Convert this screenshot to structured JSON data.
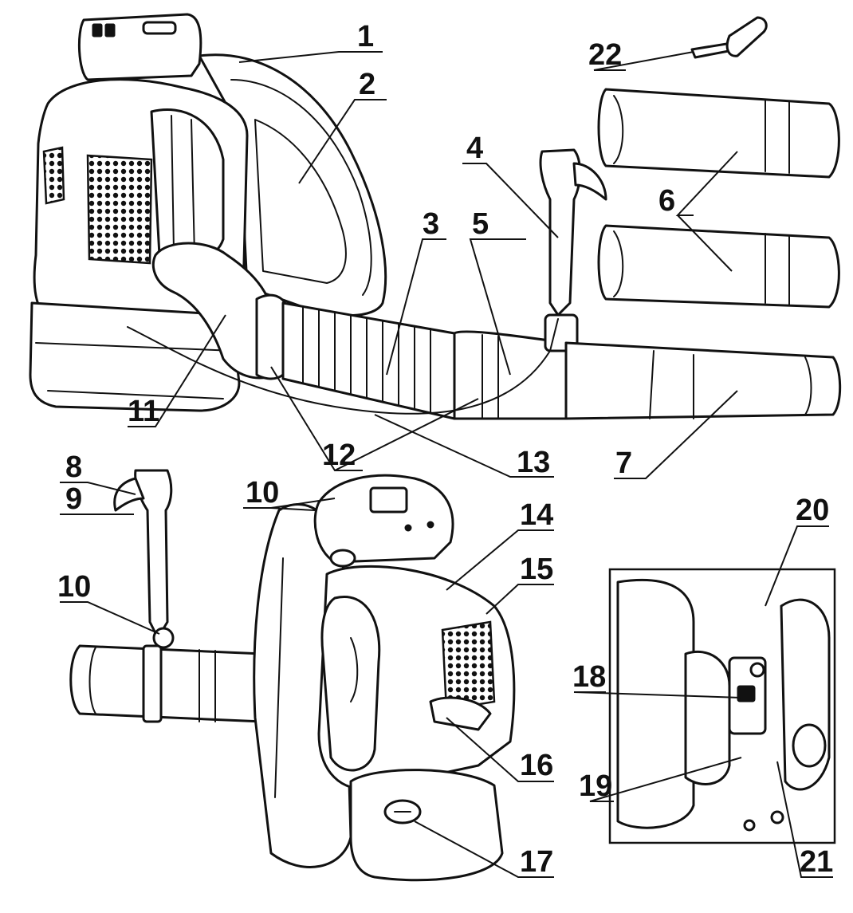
{
  "callouts": {
    "c1": "1",
    "c2": "2",
    "c3": "3",
    "c4": "4",
    "c5": "5",
    "c6": "6",
    "c7": "7",
    "c8": "8",
    "c9": "9",
    "c10a": "10",
    "c10b": "10",
    "c11": "11",
    "c12": "12",
    "c13": "13",
    "c14": "14",
    "c15": "15",
    "c16": "16",
    "c17": "17",
    "c18": "18",
    "c19": "19",
    "c20": "20",
    "c21": "21",
    "c22": "22"
  },
  "colors": {
    "line": "#111111",
    "background": "#ffffff"
  }
}
